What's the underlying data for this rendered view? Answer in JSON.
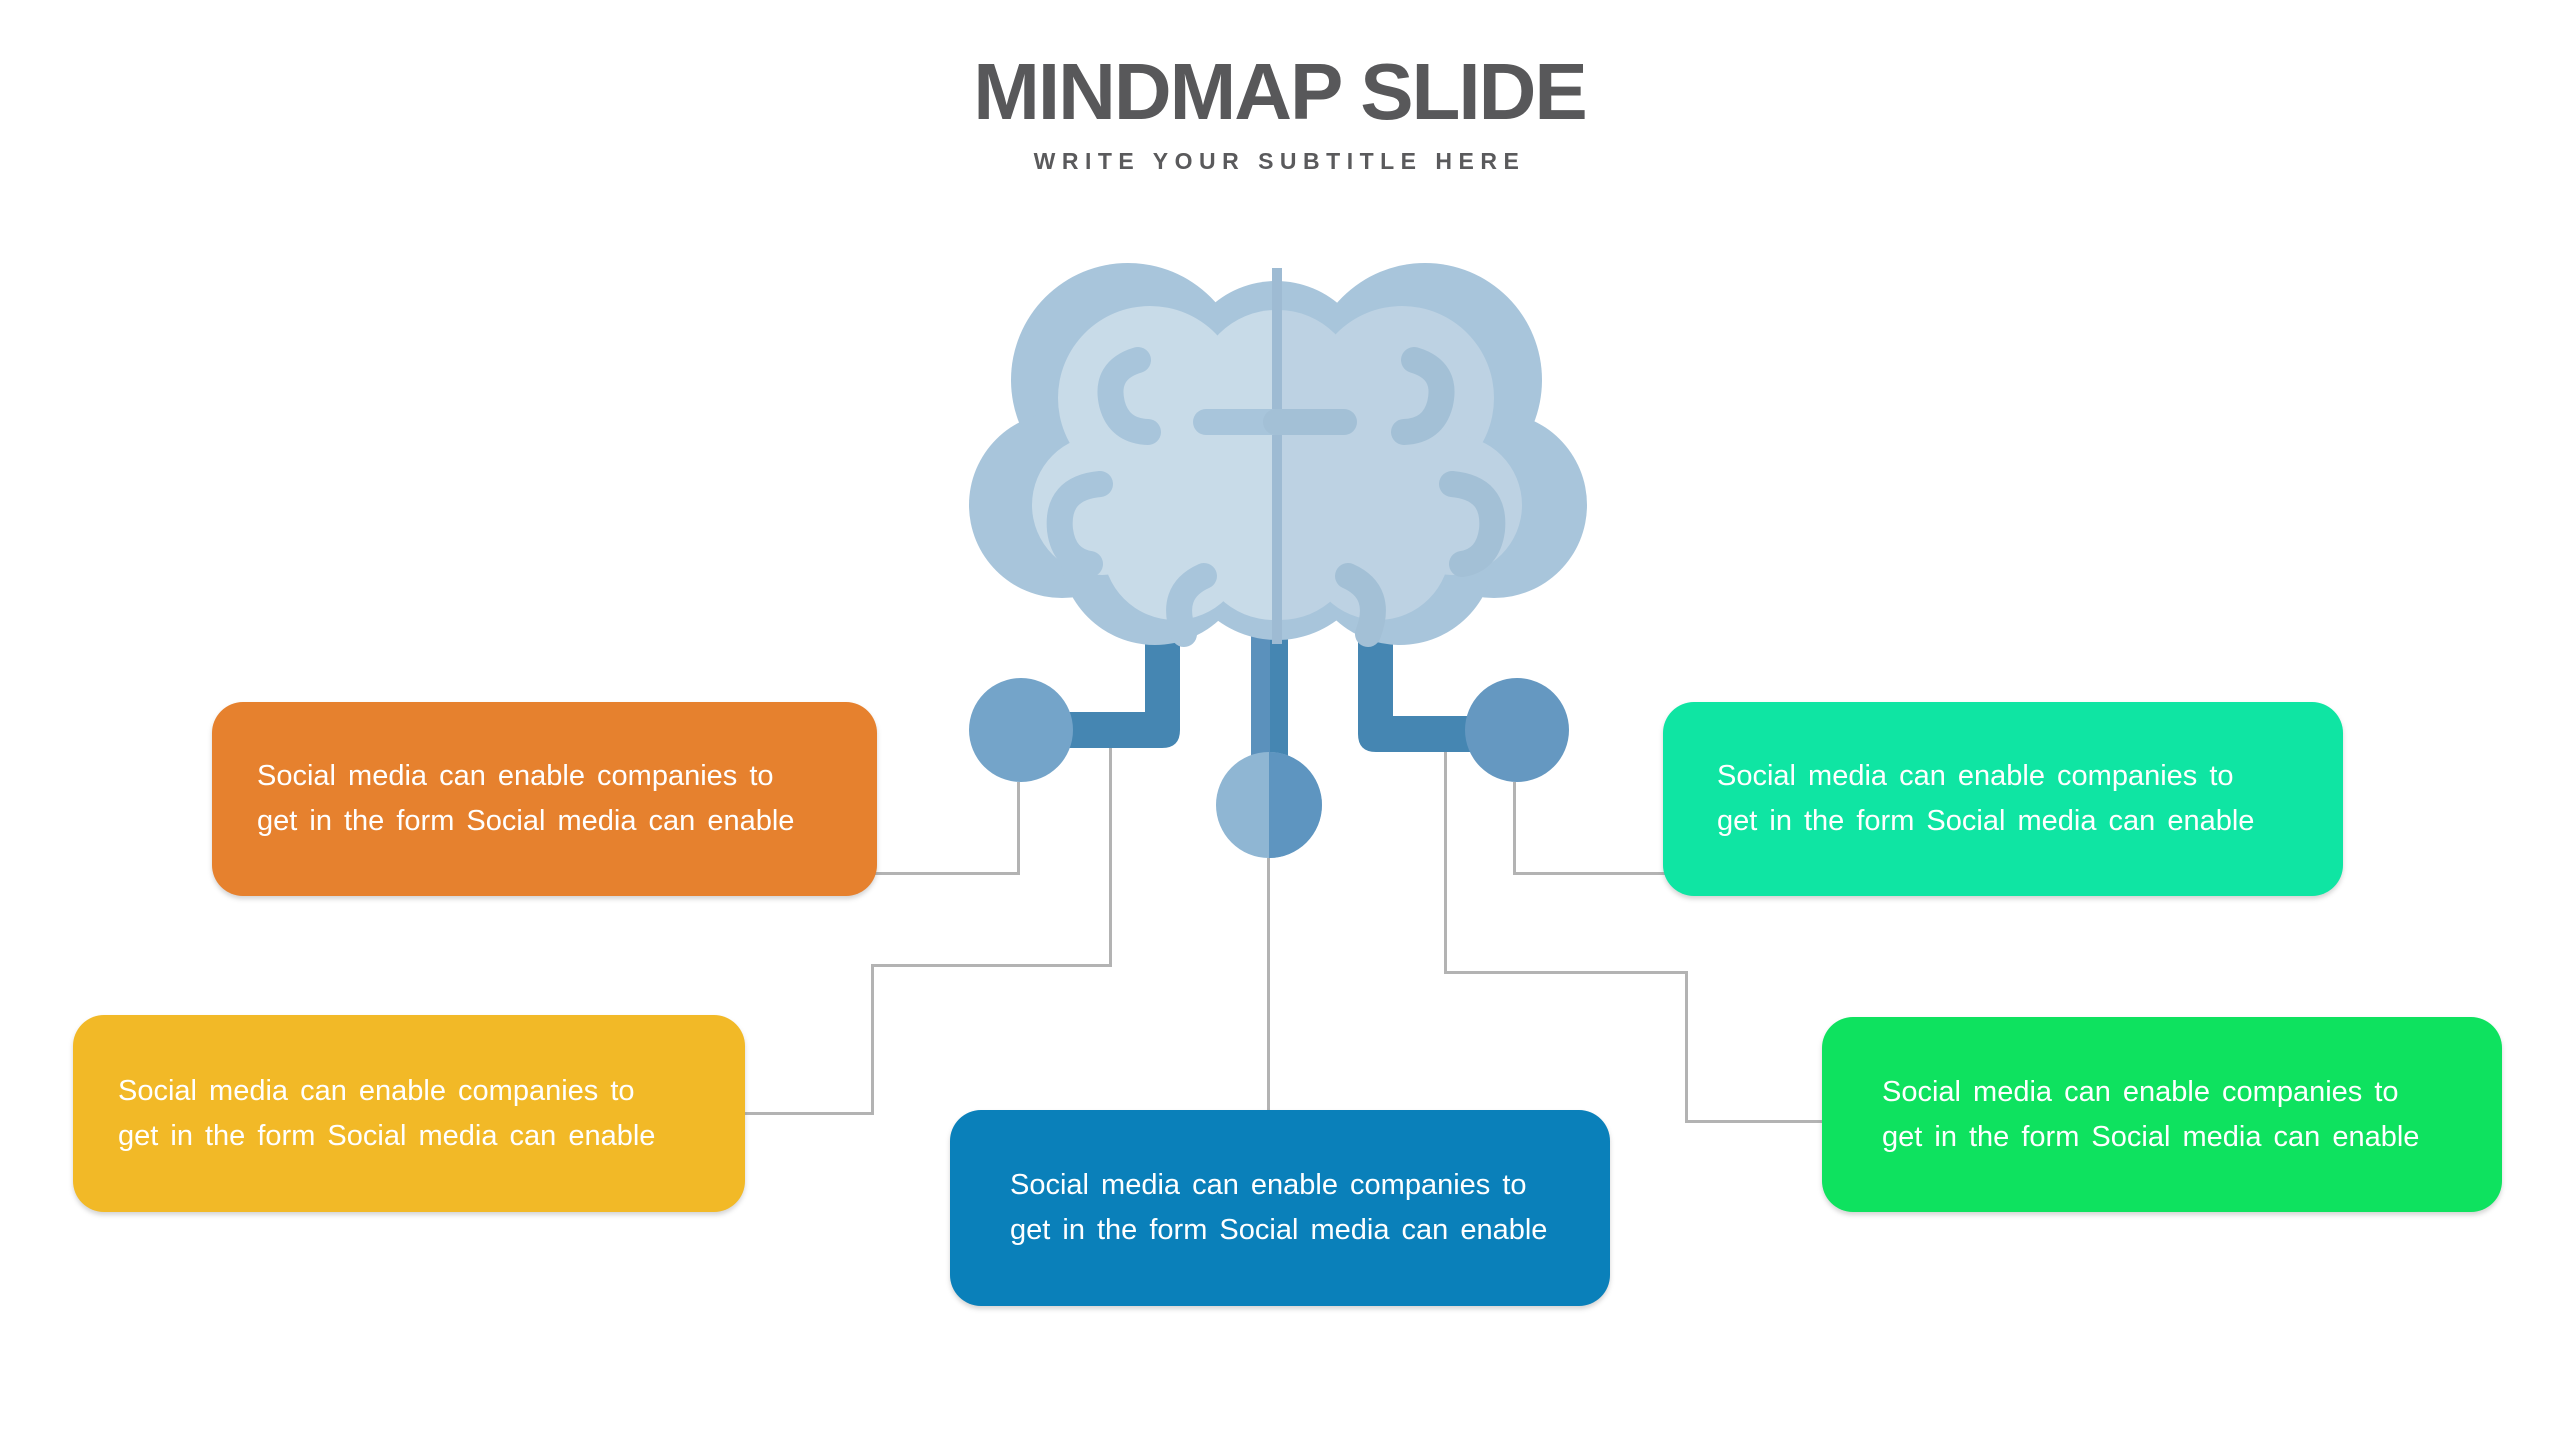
{
  "slide": {
    "title": "MINDMAP SLIDE",
    "subtitle": "WRITE YOUR SUBTITLE HERE"
  },
  "palette": {
    "title_text": "#58585A",
    "connector_line": "#B3B3B3",
    "brain_outer": "#A8C5DB",
    "brain_inner_left": "#C8DBE8",
    "brain_inner_right": "#BDD2E3",
    "brain_divider": "#9EBBD3",
    "brain_squiggle_left": "#A8C5DB",
    "brain_squiggle_right": "#A3C0D6",
    "stem_blue": "#4586B2",
    "stem_blue_light": "#5B91BC",
    "node_circle_left": "#74A4C9",
    "node_circle_right": "#6598C1",
    "node_circle_center_light": "#8FB6D3",
    "node_circle_center_dark": "#5E95C0",
    "box_text": "#FFFFFF"
  },
  "nodes": [
    {
      "id": "orange",
      "color": "#E6812E",
      "line1": "Social media can enable companies to",
      "line2": "get in the form Social media can enable"
    },
    {
      "id": "teal",
      "color": "#0FE5A3",
      "line1": "Social media can enable companies to",
      "line2": "get in the form Social media can enable"
    },
    {
      "id": "yellow",
      "color": "#F2B927",
      "line1": "Social media can enable companies to",
      "line2": "get in the form Social media can enable"
    },
    {
      "id": "blue",
      "color": "#0A80BA",
      "line1": "Social media can enable companies to",
      "line2": "get in the form Social media can enable"
    },
    {
      "id": "green",
      "color": "#0EE25F",
      "line1": "Social media can enable companies to",
      "line2": "get in the form Social media can enable"
    }
  ]
}
